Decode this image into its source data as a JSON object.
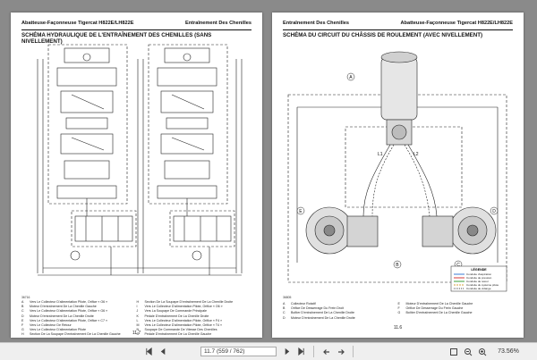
{
  "left_page": {
    "header_left": "Abatteuse-Façonneuse Tigercat H822E/LH822E",
    "header_right": "Entraînement Des Chenilles",
    "title": "SCHÉMA HYDRAULIQUE DE L'ENTRAÎNEMENT DES CHENILLES (SANS NIVELLEMENT)",
    "figure_ref": "36716",
    "legend_left": [
      {
        "key": "A",
        "text": "Vers Le Collecteur D'alimentation Pilote, Orifice « O6 »"
      },
      {
        "key": "B",
        "text": "Moteur D'entraînement De La Chenille Gauche"
      },
      {
        "key": "C",
        "text": "Vers Le Collecteur D'alimentation Pilote, Orifice « G6 »"
      },
      {
        "key": "D",
        "text": "Moteur D'entraînement De La Chenille Droite"
      },
      {
        "key": "E",
        "text": "Vers Le Collecteur D'alimentation Pilote, Orifice « C7 »"
      },
      {
        "key": "F",
        "text": "Vers Le Collecteur De Retour"
      },
      {
        "key": "G",
        "text": "Vers Le Collecteur D'alimentation Pilote"
      },
      {
        "key": "H",
        "text": "Section De La Soupape D'entraînement De La Chenille Gauche"
      }
    ],
    "legend_right": [
      {
        "key": "H",
        "text": "Section De La Soupape D'entraînement De La Chenille Droite"
      },
      {
        "key": "I",
        "text": "Vers Le Collecteur D'alimentation Pilote, Orifice « O6 »"
      },
      {
        "key": "J",
        "text": "Vers La Soupape De Commande Principale"
      },
      {
        "key": "K",
        "text": "Pédale D'entraînement De La Chenille Droite"
      },
      {
        "key": "L",
        "text": "Vers Le Collecteur D'alimentation Pilote, Orifice « F4 »"
      },
      {
        "key": "M",
        "text": "Vers Le Collecteur D'alimentation Pilote, Orifice « T4 »"
      },
      {
        "key": "N",
        "text": "Soupape De Commande De Vitesse Des Chenilles"
      },
      {
        "key": "O",
        "text": "Pédale D'entraînement De La Chenille Gauche"
      }
    ],
    "page_number": "11.7"
  },
  "right_page": {
    "header_left": "Entraînement Des Chenilles",
    "header_right": "Abatteuse-Façonneuse Tigercat H822E/LH822E",
    "title": "SCHÉMA DU CIRCUIT DU CHÂSSIS DE ROULEMENT (AVEC NIVELLEMENT)",
    "figure_ref": "36805",
    "legend_box_title": "LÉGENDE",
    "legend_box_items": [
      "Conduite d'aspiration",
      "Conduite de pression",
      "Conduite de retour",
      "Conduite du système pilote",
      "Conduite de vidange"
    ],
    "labels": {
      "l1": "L1",
      "l2": "L2",
      "b": "B",
      "c": "C",
      "a": "A",
      "d": "D",
      "e": "E"
    },
    "legend_left": [
      {
        "key": "A",
        "text": "Collecteur Rotatif"
      },
      {
        "key": "B",
        "text": "Orifice De Desserrage Du Frein Droit"
      },
      {
        "key": "C",
        "text": "Boîtier D'entraînement De La Chenille Droite"
      },
      {
        "key": "D",
        "text": "Moteur D'entraînement De La Chenille Droite"
      }
    ],
    "legend_right": [
      {
        "key": "E",
        "text": "Moteur D'entraînement De La Chenille Gauche"
      },
      {
        "key": "F",
        "text": "Orifice De Desserrage Du Frein Gauche"
      },
      {
        "key": "G",
        "text": "Boîtier D'entraînement De La Chenille Gauche"
      }
    ],
    "page_number": "11.6"
  },
  "toolbar": {
    "page_field": "11.7 (559 / 762)",
    "zoom": "73.56%",
    "icons": [
      "first-page-icon",
      "prev-page-icon",
      "next-page-icon",
      "last-page-icon",
      "back-icon",
      "forward-icon",
      "fit-page-icon",
      "zoom-out-icon",
      "zoom-in-icon"
    ]
  }
}
